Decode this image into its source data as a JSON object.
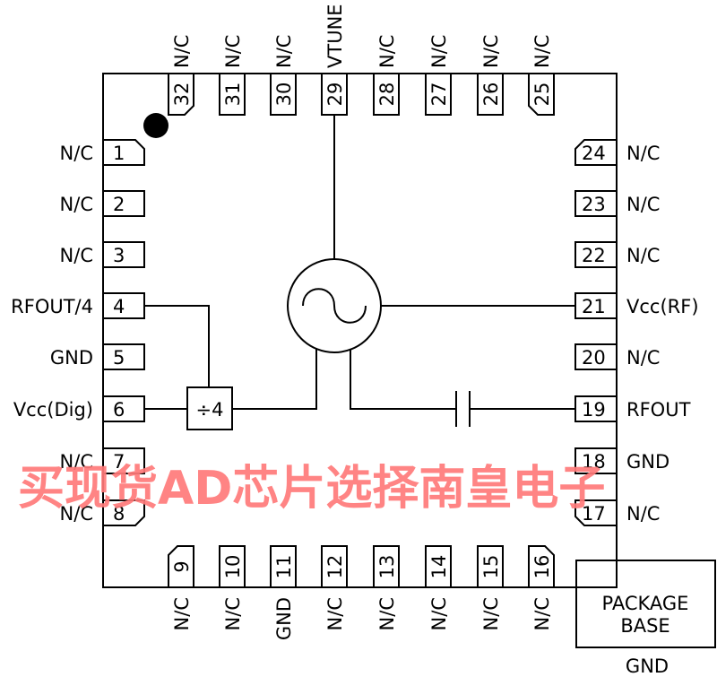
{
  "diagram": {
    "title": "32-lead QFN VCO with divide-by-4 output — pin diagram",
    "colors": {
      "line": "#000000",
      "watermark": "#ff7a7a",
      "background": "#ffffff"
    },
    "pins": {
      "left": [
        {
          "num": "1",
          "name": "N/C"
        },
        {
          "num": "2",
          "name": "N/C"
        },
        {
          "num": "3",
          "name": "N/C"
        },
        {
          "num": "4",
          "name": "RFOUT/4"
        },
        {
          "num": "5",
          "name": "GND"
        },
        {
          "num": "6",
          "name": "Vcc(Dig)"
        },
        {
          "num": "7",
          "name": "N/C"
        },
        {
          "num": "8",
          "name": "N/C"
        }
      ],
      "bottom": [
        {
          "num": "9",
          "name": "N/C"
        },
        {
          "num": "10",
          "name": "N/C"
        },
        {
          "num": "11",
          "name": "GND"
        },
        {
          "num": "12",
          "name": "N/C"
        },
        {
          "num": "13",
          "name": "N/C"
        },
        {
          "num": "14",
          "name": "N/C"
        },
        {
          "num": "15",
          "name": "N/C"
        },
        {
          "num": "16",
          "name": "N/C"
        }
      ],
      "right": [
        {
          "num": "17",
          "name": "N/C"
        },
        {
          "num": "18",
          "name": "GND"
        },
        {
          "num": "19",
          "name": "RFOUT"
        },
        {
          "num": "20",
          "name": "N/C"
        },
        {
          "num": "21",
          "name": "Vcc(RF)"
        },
        {
          "num": "22",
          "name": "N/C"
        },
        {
          "num": "23",
          "name": "N/C"
        },
        {
          "num": "24",
          "name": "N/C"
        }
      ],
      "top": [
        {
          "num": "25",
          "name": "N/C"
        },
        {
          "num": "26",
          "name": "N/C"
        },
        {
          "num": "27",
          "name": "N/C"
        },
        {
          "num": "28",
          "name": "N/C"
        },
        {
          "num": "29",
          "name": "VTUNE"
        },
        {
          "num": "30",
          "name": "N/C"
        },
        {
          "num": "31",
          "name": "N/C"
        },
        {
          "num": "32",
          "name": "N/C"
        }
      ]
    },
    "blocks": {
      "divider_label": "÷4",
      "oscillator_symbol": "sine-wave",
      "capacitor_symbol": "dc-block-capacitor"
    },
    "package_base": {
      "line1": "PACKAGE",
      "line2": "BASE",
      "connection": "GND"
    },
    "overlay_watermark": {
      "text": "买现货AD芯片选择南皇电子",
      "note": "promotional watermark overlaid on image"
    }
  }
}
